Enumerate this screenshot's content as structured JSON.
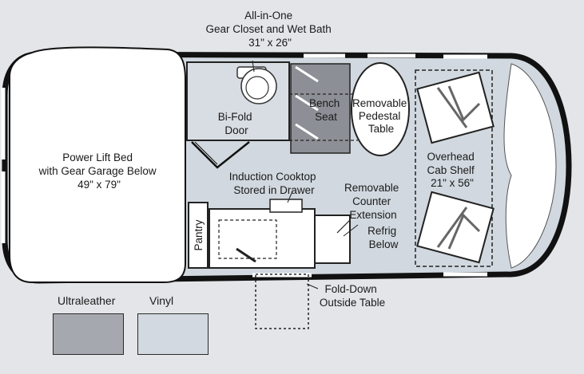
{
  "labels": {
    "gear_closet": [
      "All-in-One",
      "Gear Closet and Wet Bath",
      "31\" x 26\""
    ],
    "bench": [
      "Bench",
      "Seat"
    ],
    "pedestal": [
      "Removable",
      "Pedestal",
      "Table"
    ],
    "bifold": [
      "Bi-Fold",
      "Door"
    ],
    "bed": [
      "Power Lift Bed",
      "with Gear Garage Below",
      "49\" x 79\""
    ],
    "overhead": [
      "Overhead",
      "Cab Shelf",
      "21\" x 56\""
    ],
    "cooktop": [
      "Induction Cooktop",
      "Stored in Drawer"
    ],
    "counter_ext": [
      "Removable",
      "Counter",
      "Extension"
    ],
    "refrig": [
      "Refrig",
      "Below"
    ],
    "pantry": "Pantry",
    "fold_down": [
      "Fold-Down",
      "Outside Table"
    ]
  },
  "swatches": {
    "ultraleather": {
      "label": "Ultraleather",
      "color": "#a5a8ae"
    },
    "vinyl": {
      "label": "Vinyl",
      "color": "#d3d9e0"
    }
  },
  "colors": {
    "background": "#e4e5e9",
    "floor": "#d1d8df",
    "furniture": "#ffffff",
    "bench_fill": "#8c8f95",
    "wall": "#111111"
  }
}
